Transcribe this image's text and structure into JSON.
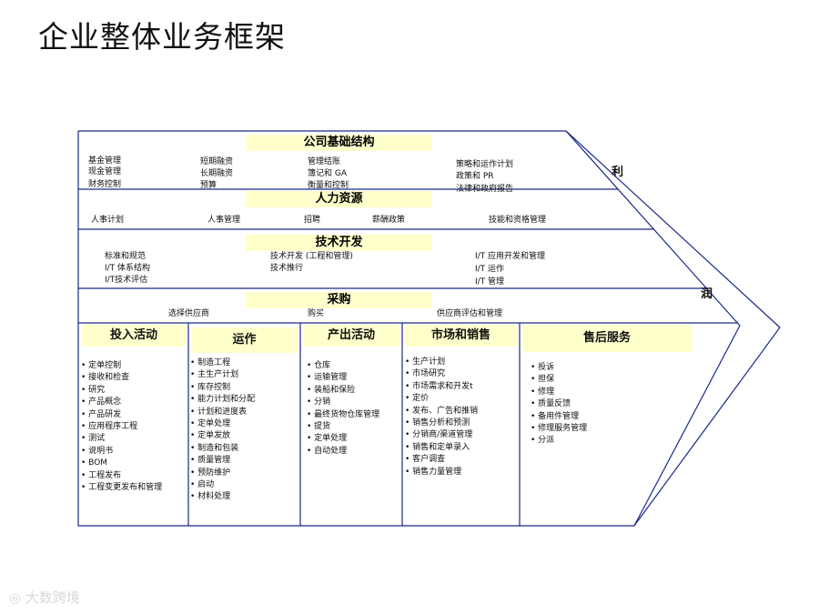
{
  "title": "企业整体业务框架",
  "infrastructure": {
    "header": "公司基础结构",
    "items": [
      "基金管理",
      "现金管理",
      "财务控制",
      "短期融资",
      "长期融资",
      "预算",
      "管理结账",
      "簿记和 GA",
      "衡量和控制",
      "策略和运作计划",
      "政策和 PR",
      "法律和政府报告"
    ]
  },
  "hr": {
    "header": "人力资源",
    "items": [
      "人事计划",
      "人事管理",
      "招聘",
      "薪酬政策",
      "技能和资格管理"
    ]
  },
  "tech": {
    "header": "技术开发",
    "items": [
      "标准和规范",
      "I/T 体系结构",
      "I/T技术评估",
      "技术开发 (工程和管理)",
      "技术推行",
      "I/T 应用开发和管理",
      "I/T 运作",
      "I/T 管理"
    ]
  },
  "procurement": {
    "header": "采购",
    "items": [
      "选择供应商",
      "购买",
      "供应商评估和管理"
    ]
  },
  "primary": [
    {
      "header": "投入活动",
      "items": [
        "定单控制",
        "接收和检查",
        "研究",
        "产品概念",
        "产品研发",
        "应用程序工程",
        "测试",
        "说明书",
        "BOM",
        "工程发布",
        "工程变更发布和管理"
      ]
    },
    {
      "header": "运作",
      "items": [
        "制造工程",
        "主生产计划",
        "库存控制",
        "能力计划和分配",
        "计划和进度表",
        "定单处理",
        "定单发放",
        "制造和包装",
        "质量管理",
        "预防维护",
        "启动",
        "材料处理"
      ]
    },
    {
      "header": "产出活动",
      "items": [
        "仓库",
        "运输管理",
        "装船和保险",
        "分销",
        "最终货物仓库管理",
        "提货",
        "定单处理",
        "自动处理"
      ]
    },
    {
      "header": "市场和销售",
      "items": [
        "生产计划",
        "市场研究",
        "市场需求和开发t",
        "定价",
        "发布、广告和推销",
        "销售分析和预测",
        "分销商/渠道管理",
        "销售和定单录入",
        "客户调查",
        "销售力量管理"
      ]
    },
    {
      "header": "售后服务",
      "items": [
        "投诉",
        "担保",
        "修理",
        "质量反馈",
        "备用件管理",
        "修理服务管理",
        "分派"
      ]
    }
  ],
  "margin": {
    "char1": "利",
    "char2": "润"
  },
  "watermark": "大数跨境"
}
